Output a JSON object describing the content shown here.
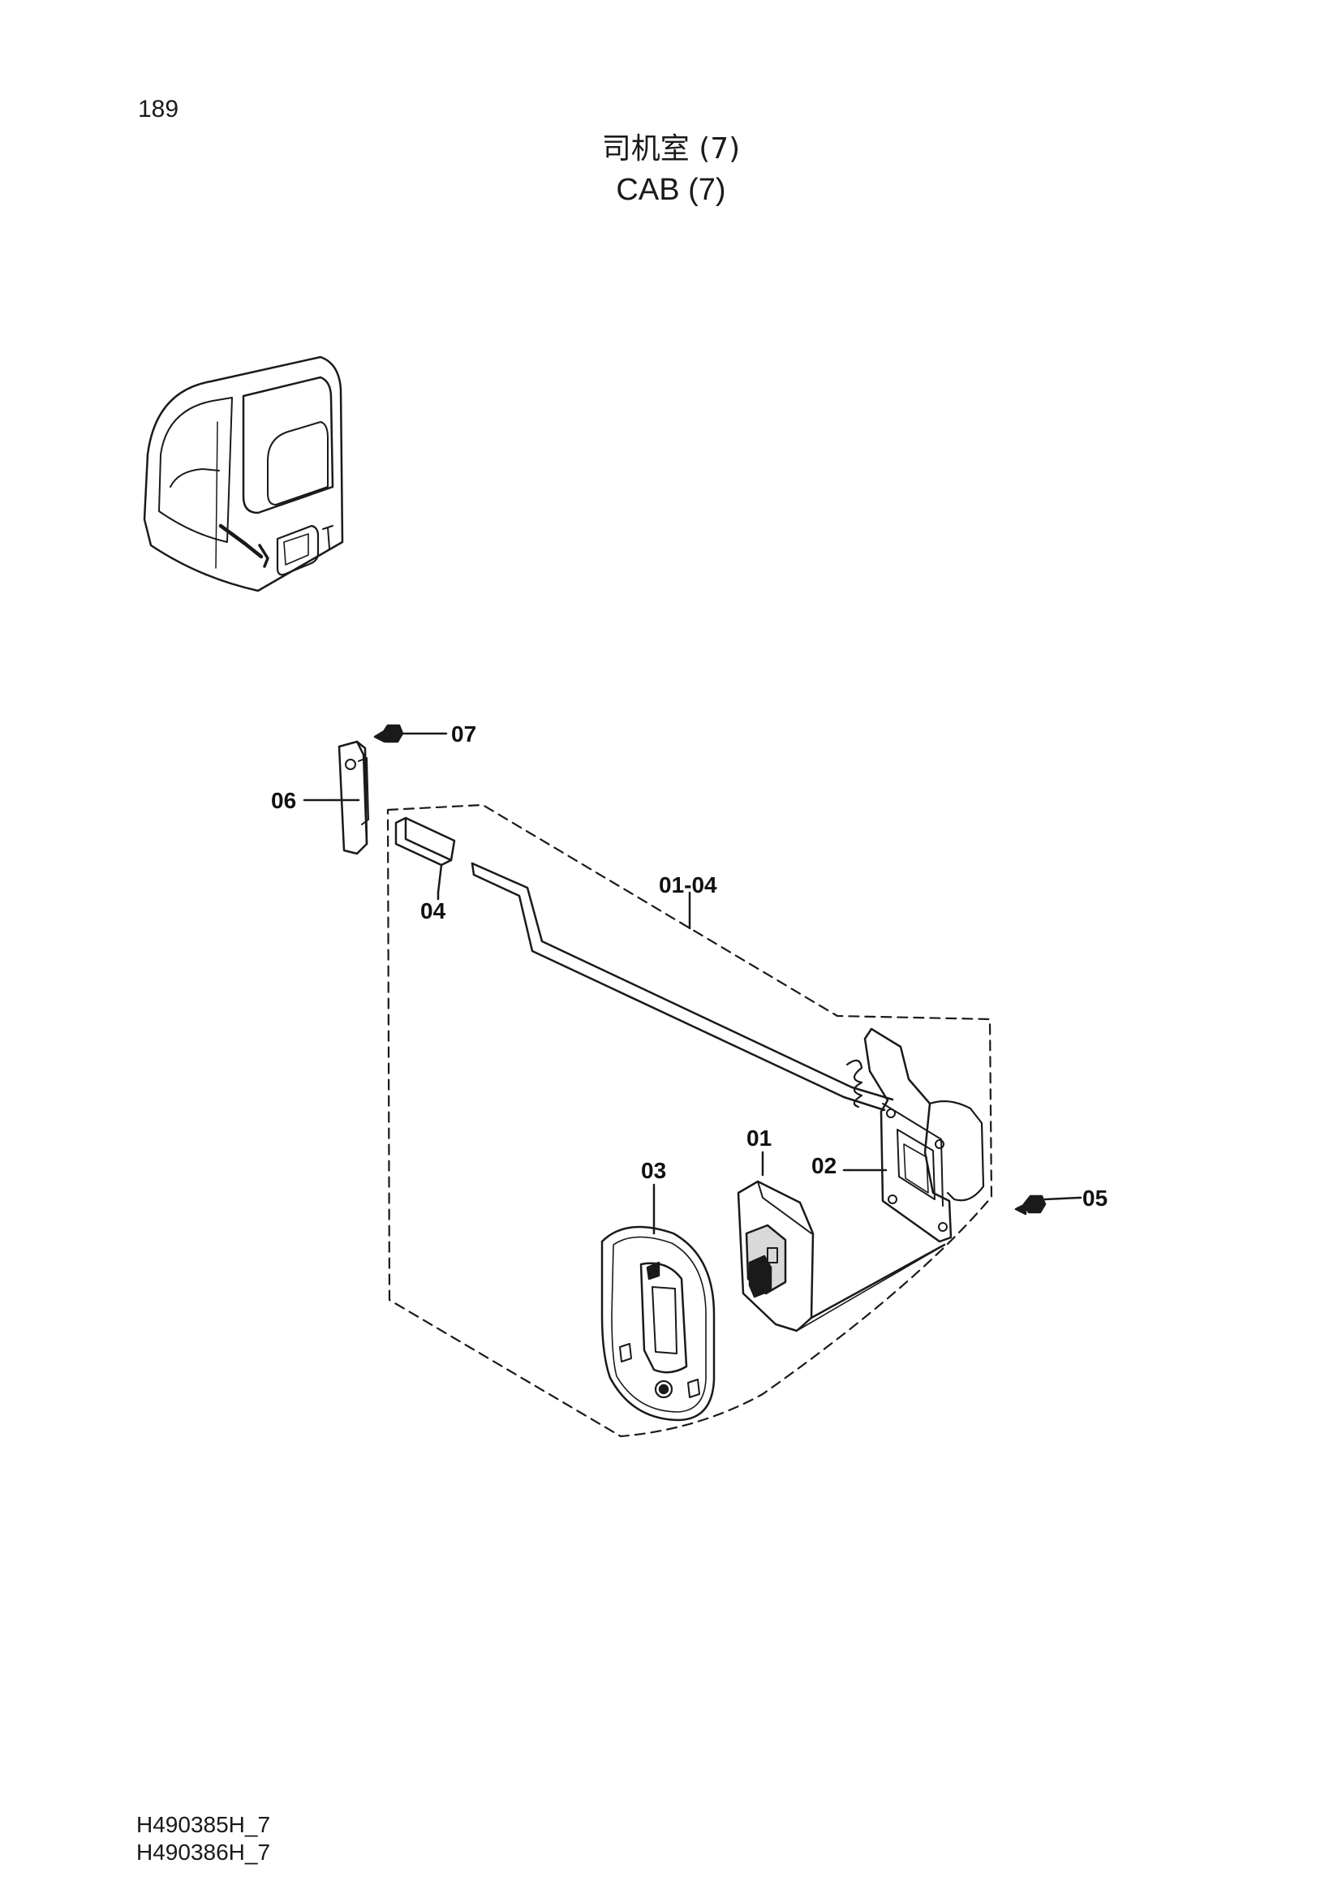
{
  "page_number": "189",
  "title": {
    "chinese": "司机室 (7)",
    "english": "CAB (7)"
  },
  "callouts": {
    "p01": "01",
    "p02": "02",
    "p03": "03",
    "p04": "04",
    "p05": "05",
    "p06": "06",
    "p07": "07",
    "assembly": "01-04"
  },
  "drawing_codes": [
    "H490385H_7",
    "H490386H_7"
  ]
}
